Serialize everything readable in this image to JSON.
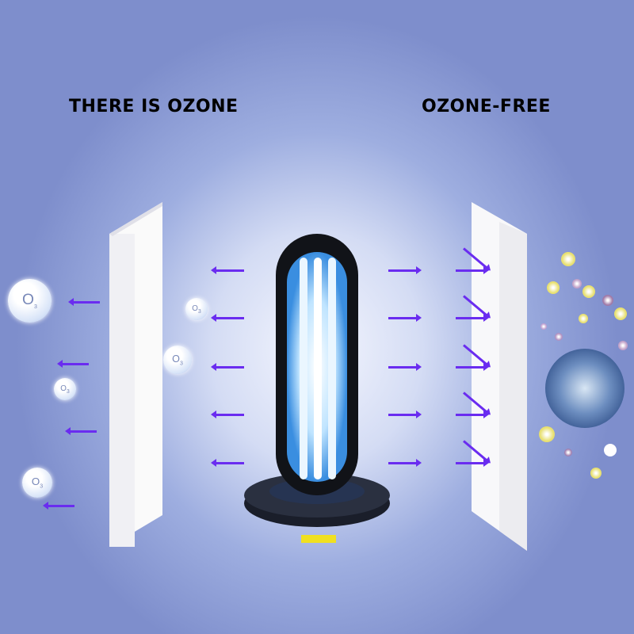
{
  "headings": {
    "left": "THERE IS OZONE",
    "right": "OZONE-FREE"
  },
  "ozone_label": "O",
  "ozone_subscript": "3",
  "colors": {
    "arrow": "#6a2cf0",
    "background": "#7e8ecc"
  }
}
